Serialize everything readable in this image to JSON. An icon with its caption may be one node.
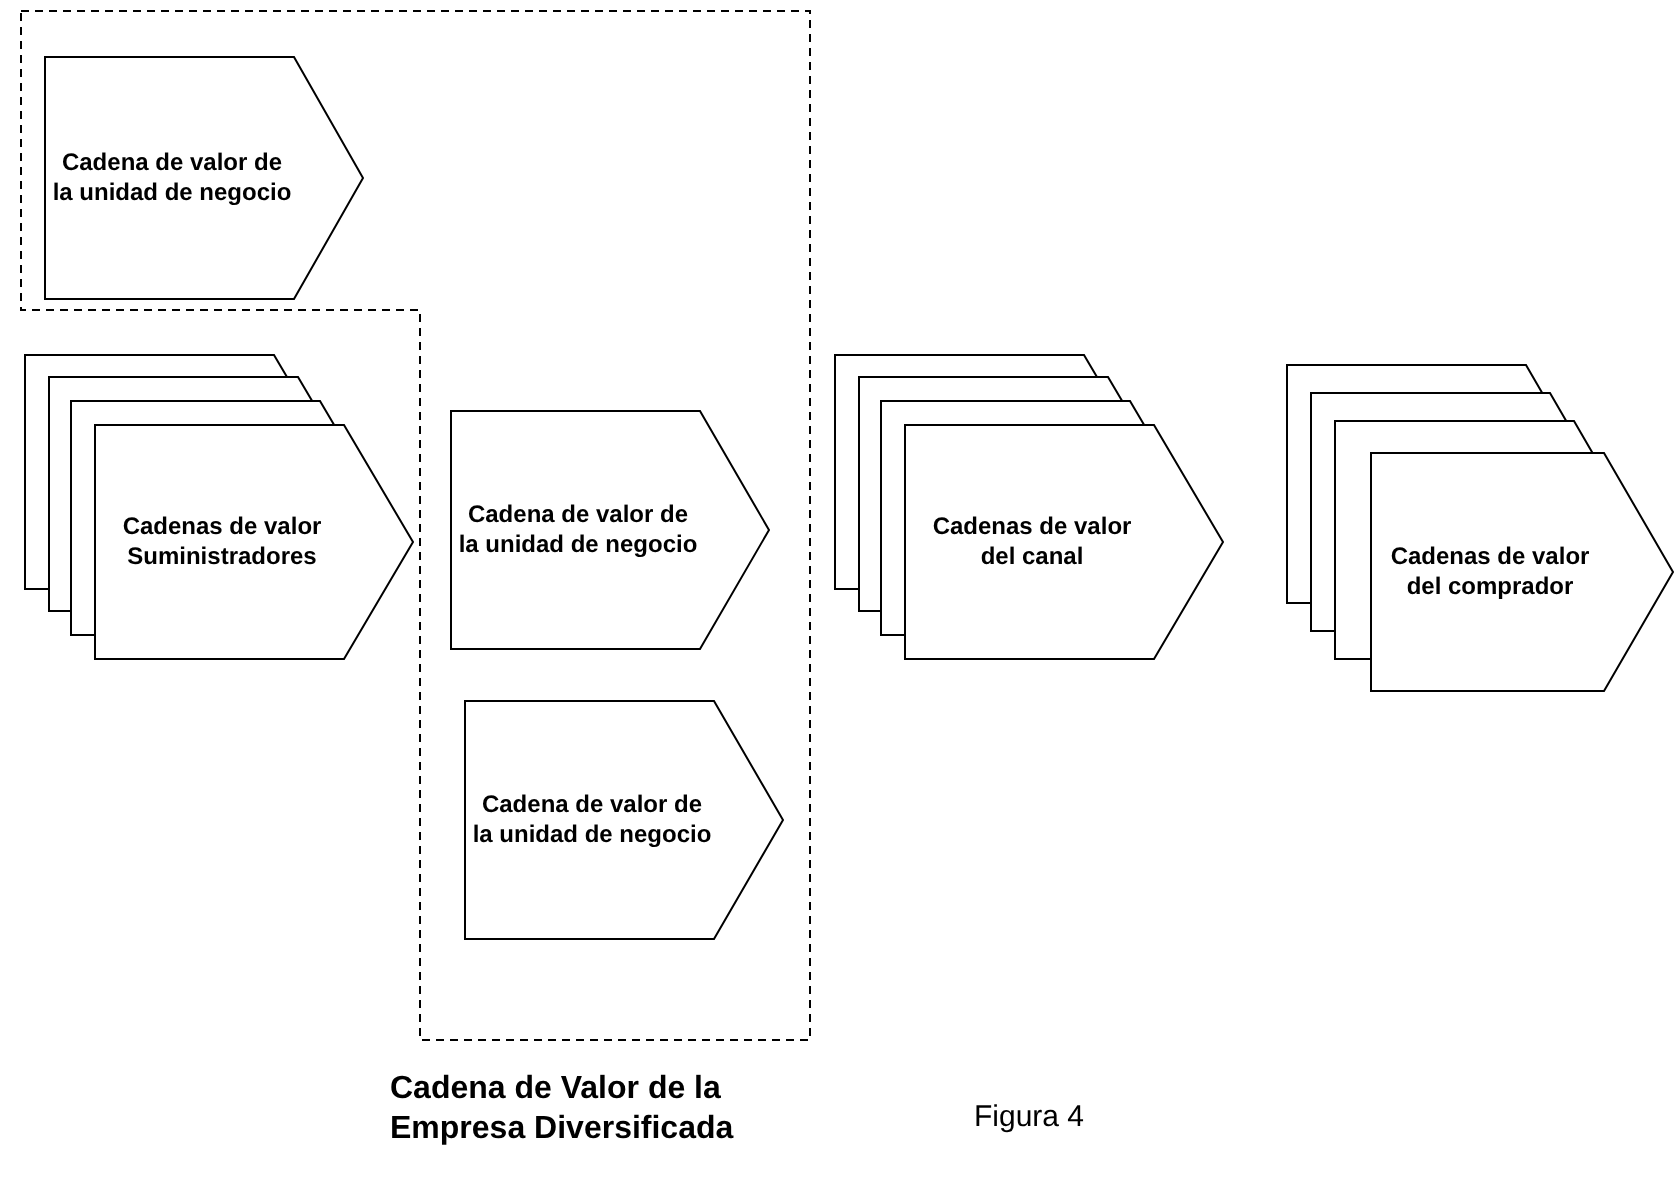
{
  "diagram": {
    "nodes": [
      {
        "text": [
          "Cadena de Valor de la Empresa Diversificada"
        ]
      },
      {
        "text": [
          "Cadena de valor de la unidad de negocio"
        ],
        "in": 0
      },
      {
        "text": [],
        "shape": "pentagon"
      },
      {
        "text": [],
        "shape": "pentagon"
      },
      {
        "text": [],
        "shape": "pentagon"
      },
      {
        "text": [
          "Cadenas de valor Suministradores"
        ]
      },
      {
        "text": [
          "Cadena de valor de la unidad de negocio"
        ],
        "in": 0
      },
      {
        "text": [
          "Cadena de valor de la unidad de negocio"
        ],
        "in": 0
      },
      {
        "text": [],
        "shape": "pentagon"
      },
      {
        "text": [],
        "shape": "pentagon"
      },
      {
        "text": [],
        "shape": "pentagon"
      },
      {
        "text": [
          "Cadenas de valor del canal"
        ]
      },
      {
        "text": [],
        "shape": "pentagon"
      },
      {
        "text": [],
        "shape": "pentagon"
      },
      {
        "text": [],
        "shape": "pentagon"
      },
      {
        "text": [
          "Cadenas de valor del comprador"
        ]
      }
    ],
    "edges": [],
    "labels": [
      "Figura 4"
    ]
  }
}
